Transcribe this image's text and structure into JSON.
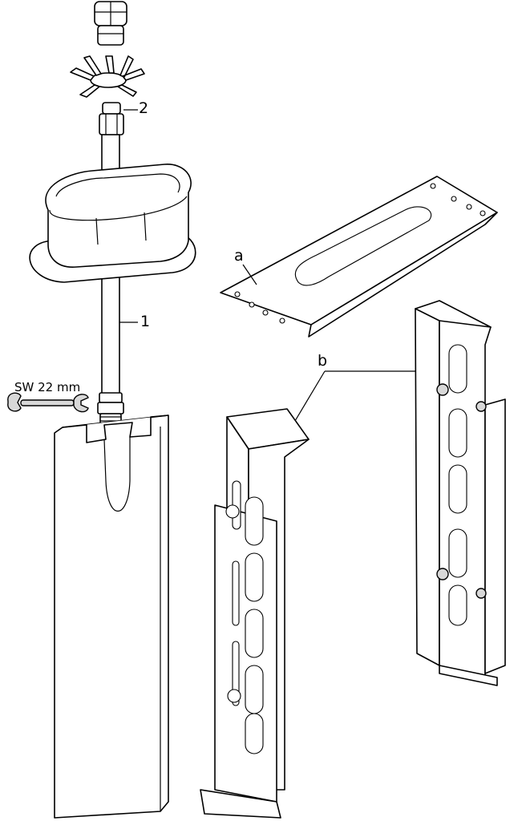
{
  "labels": {
    "part_1": "1",
    "part_2": "2",
    "part_a": "a",
    "part_b": "b",
    "wrench_size": "SW 22 mm"
  },
  "colors": {
    "line": "#000000",
    "wrench_fill": "#c8c8c8",
    "background": "#ffffff"
  }
}
